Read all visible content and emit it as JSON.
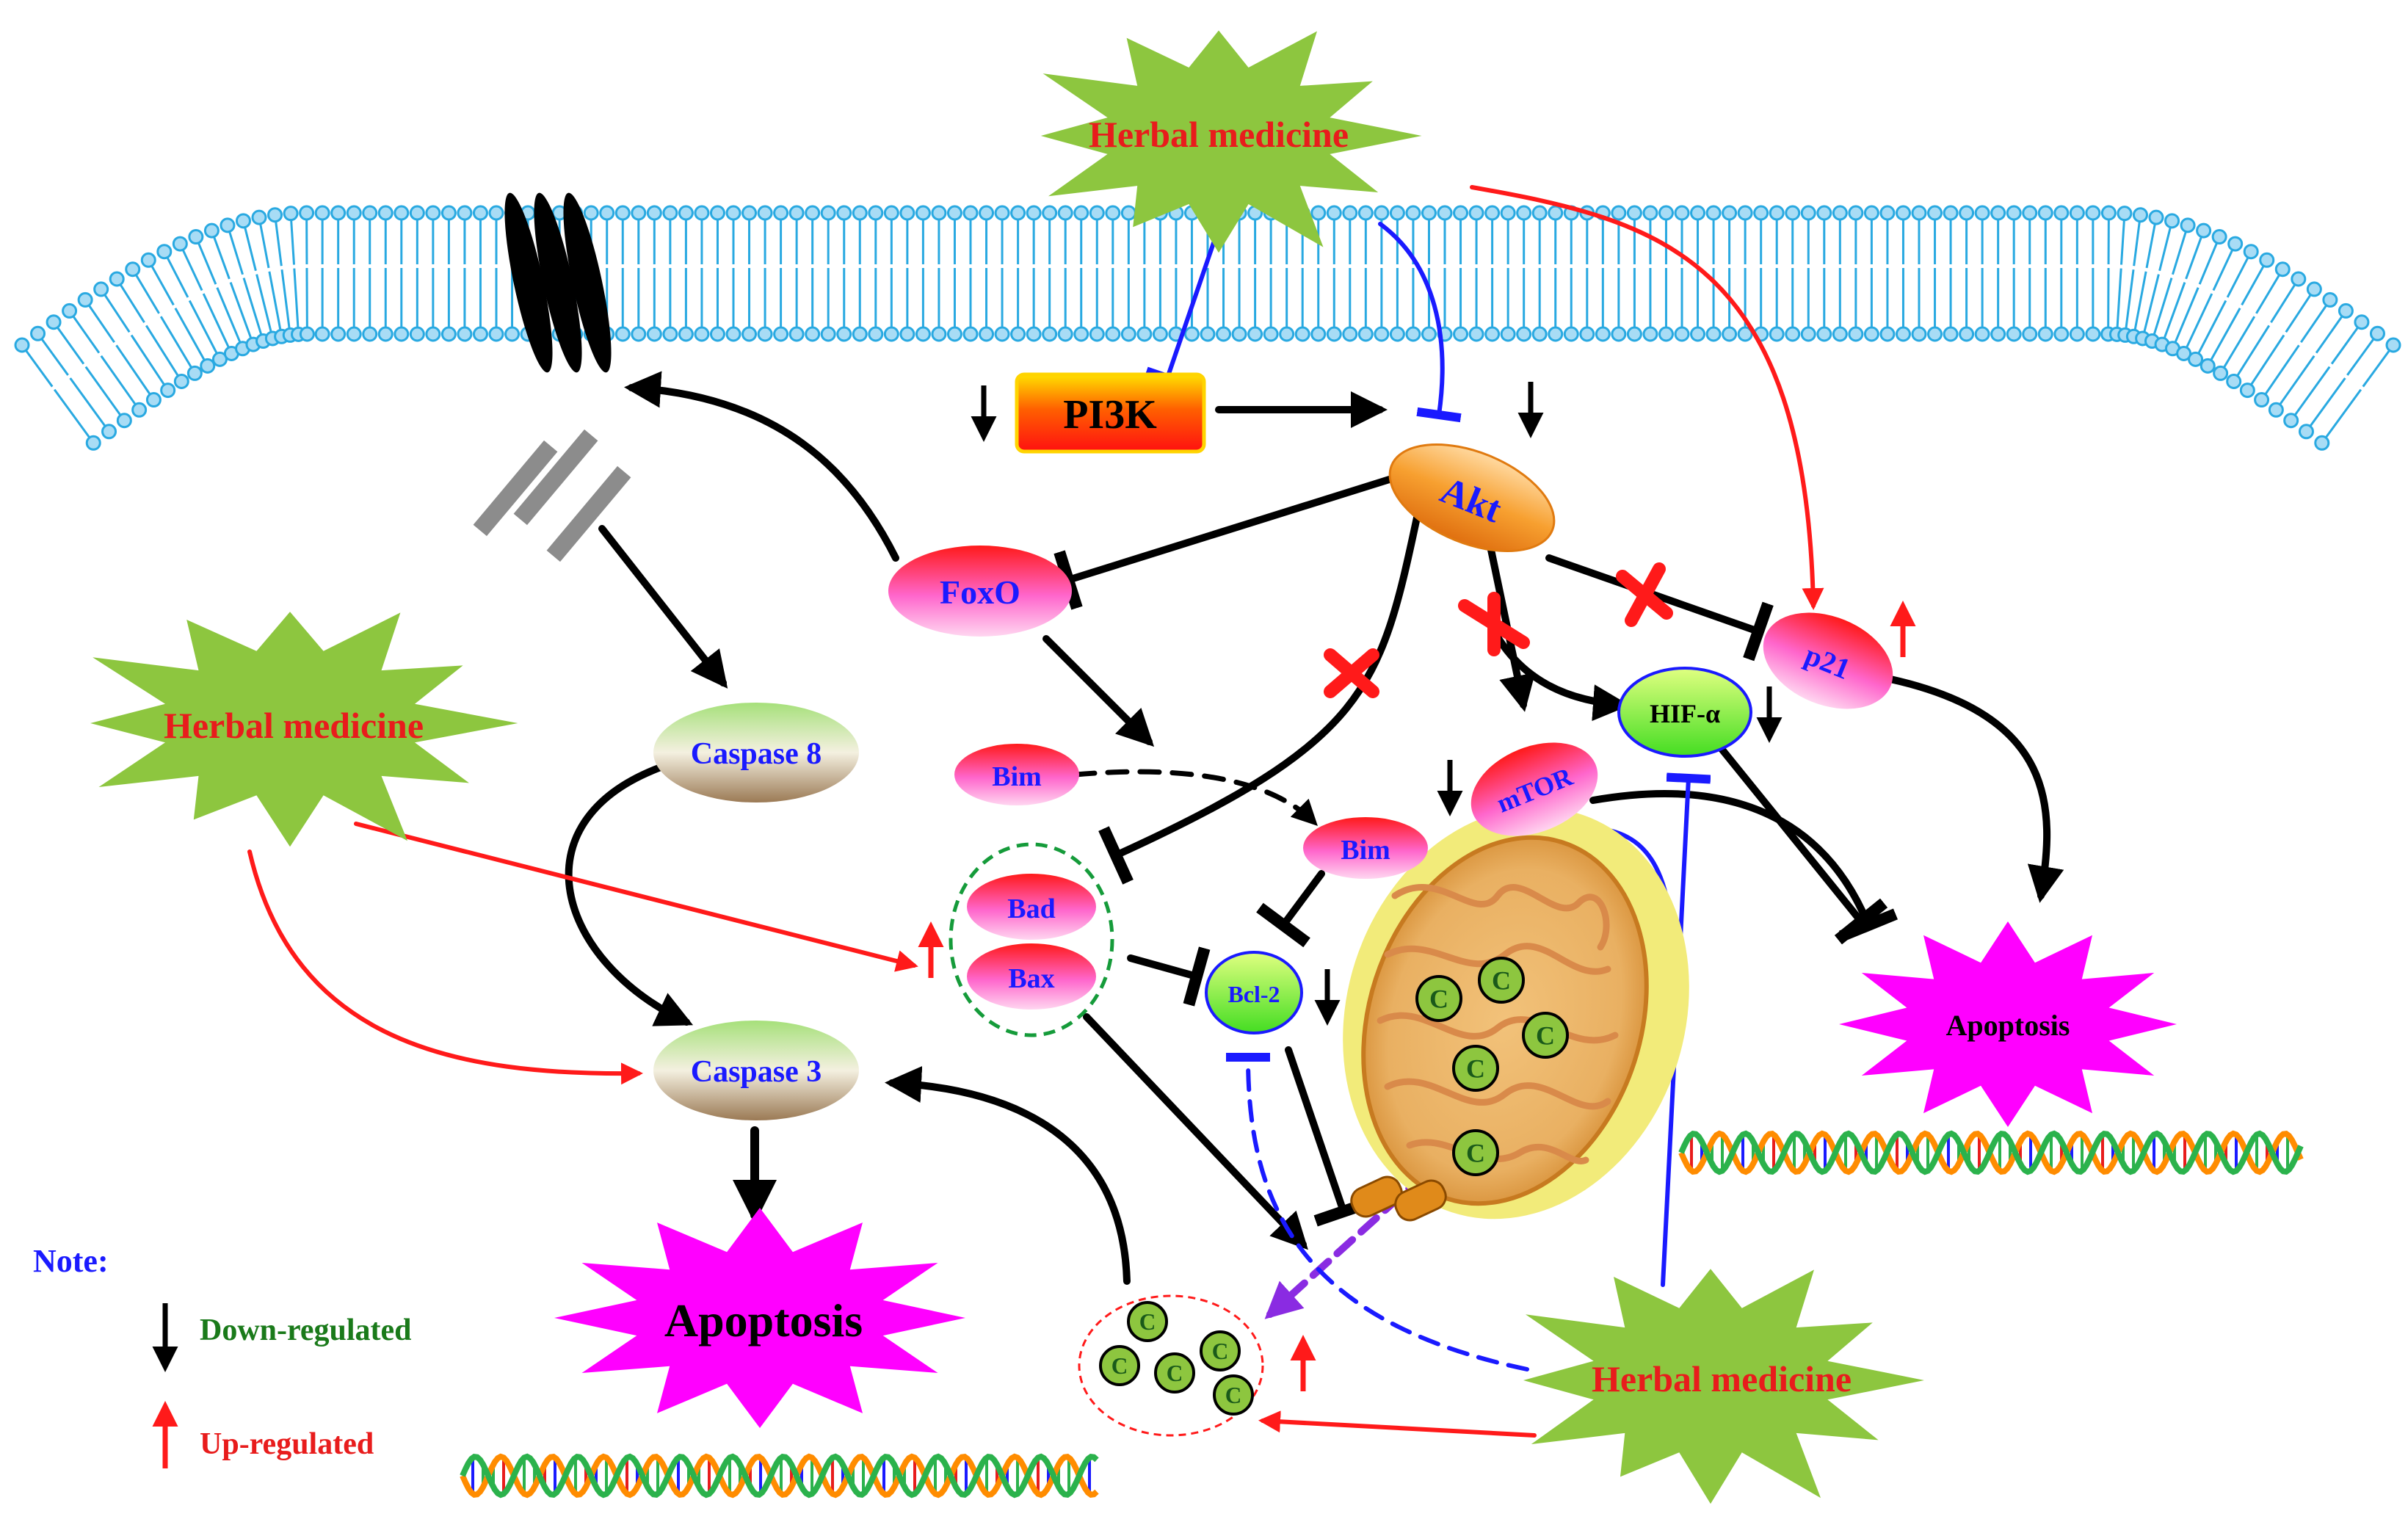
{
  "herbs": [
    {
      "id": "herb-top",
      "text": "Herbal medicine"
    },
    {
      "id": "herb-left",
      "text": "Herbal medicine"
    },
    {
      "id": "herb-bottom",
      "text": "Herbal medicine"
    }
  ],
  "nodes": {
    "pi3k": "PI3K",
    "akt": "Akt",
    "foxo": "FoxO",
    "p21": "p21",
    "hif": "HIF-α",
    "mtor": "mTOR",
    "bim1": "Bim",
    "bim2": "Bim",
    "bad": "Bad",
    "bax": "Bax",
    "bcl2": "Bcl-2",
    "caspase8": "Caspase 8",
    "caspase3": "Caspase 3",
    "cyt_c": "C"
  },
  "apoptosis": {
    "big": "Apoptosis",
    "small": "Apoptosis"
  },
  "legend": {
    "title": "Note:",
    "down": "Down-regulated",
    "up": "Up-regulated"
  },
  "colors": {
    "herb_green": "#8dc63f",
    "herb_text": "#e81c1c",
    "membrane": "#29a9e1",
    "magenta": "#ff00ff",
    "inhibit_blue": "#1a1aff",
    "promote_red": "#ff1a1a",
    "node_text": "#1a1aff"
  }
}
